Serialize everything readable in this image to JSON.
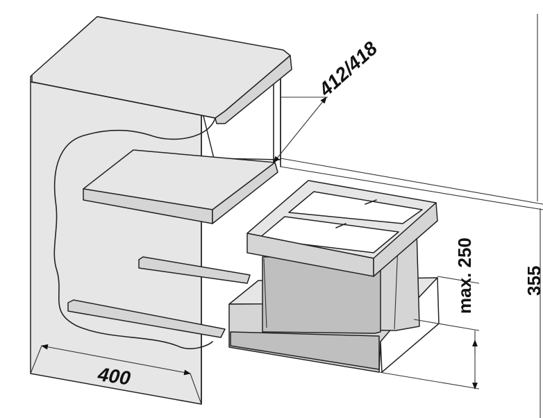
{
  "dimensions": {
    "width_label": "400",
    "depth_label": "412/418",
    "bin_height_label": "max. 250",
    "clearance_label": "355"
  }
}
